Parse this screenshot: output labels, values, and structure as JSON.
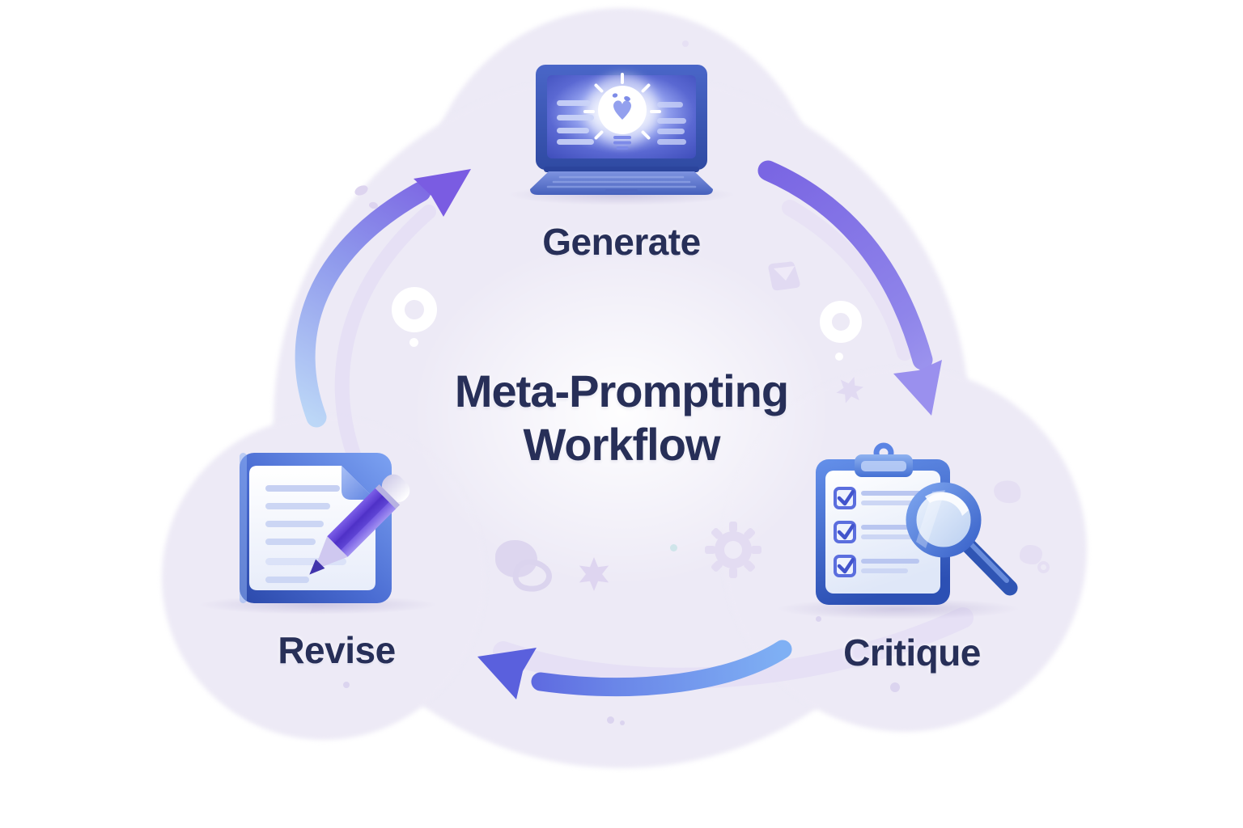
{
  "title": {
    "line1": "Meta-Prompting",
    "line2": "Workflow"
  },
  "nodes": [
    {
      "id": "generate",
      "label": "Generate",
      "icon": "laptop-lightbulb-icon",
      "position": "top"
    },
    {
      "id": "critique",
      "label": "Critique",
      "icon": "clipboard-magnifier-icon",
      "position": "bottom-right"
    },
    {
      "id": "revise",
      "label": "Revise",
      "icon": "document-pencil-icon",
      "position": "bottom-left"
    }
  ],
  "arrows": [
    {
      "from": "revise",
      "to": "generate",
      "shape": "curved-up-left-side",
      "colors": [
        "#bcd7f7",
        "#7a5fe2"
      ]
    },
    {
      "from": "generate",
      "to": "critique",
      "shape": "curved-down-right-side",
      "colors": [
        "#7a66e3",
        "#a29bf0"
      ]
    },
    {
      "from": "critique",
      "to": "revise",
      "shape": "curved-left-bottom",
      "colors": [
        "#7fb0f4",
        "#5a60dd"
      ]
    }
  ],
  "colors": {
    "background": "#ffffff",
    "blob_lavender": "#edeaf6",
    "text_navy": "#272f58",
    "icon_frame_blue": "#3d63cc",
    "screen_indigo": "#4553c4",
    "pencil_purple": "#6b50e0",
    "magnifier_blue": "#3a63ca",
    "decoration_lavender": "#ded7f0"
  },
  "decorations": [
    "white-donut-left",
    "white-donut-right",
    "gear",
    "speech-bubbles",
    "six-point-star",
    "paper-plane-flag",
    "small-flower",
    "ink-splats",
    "scatter-dots",
    "teal-dot"
  ]
}
